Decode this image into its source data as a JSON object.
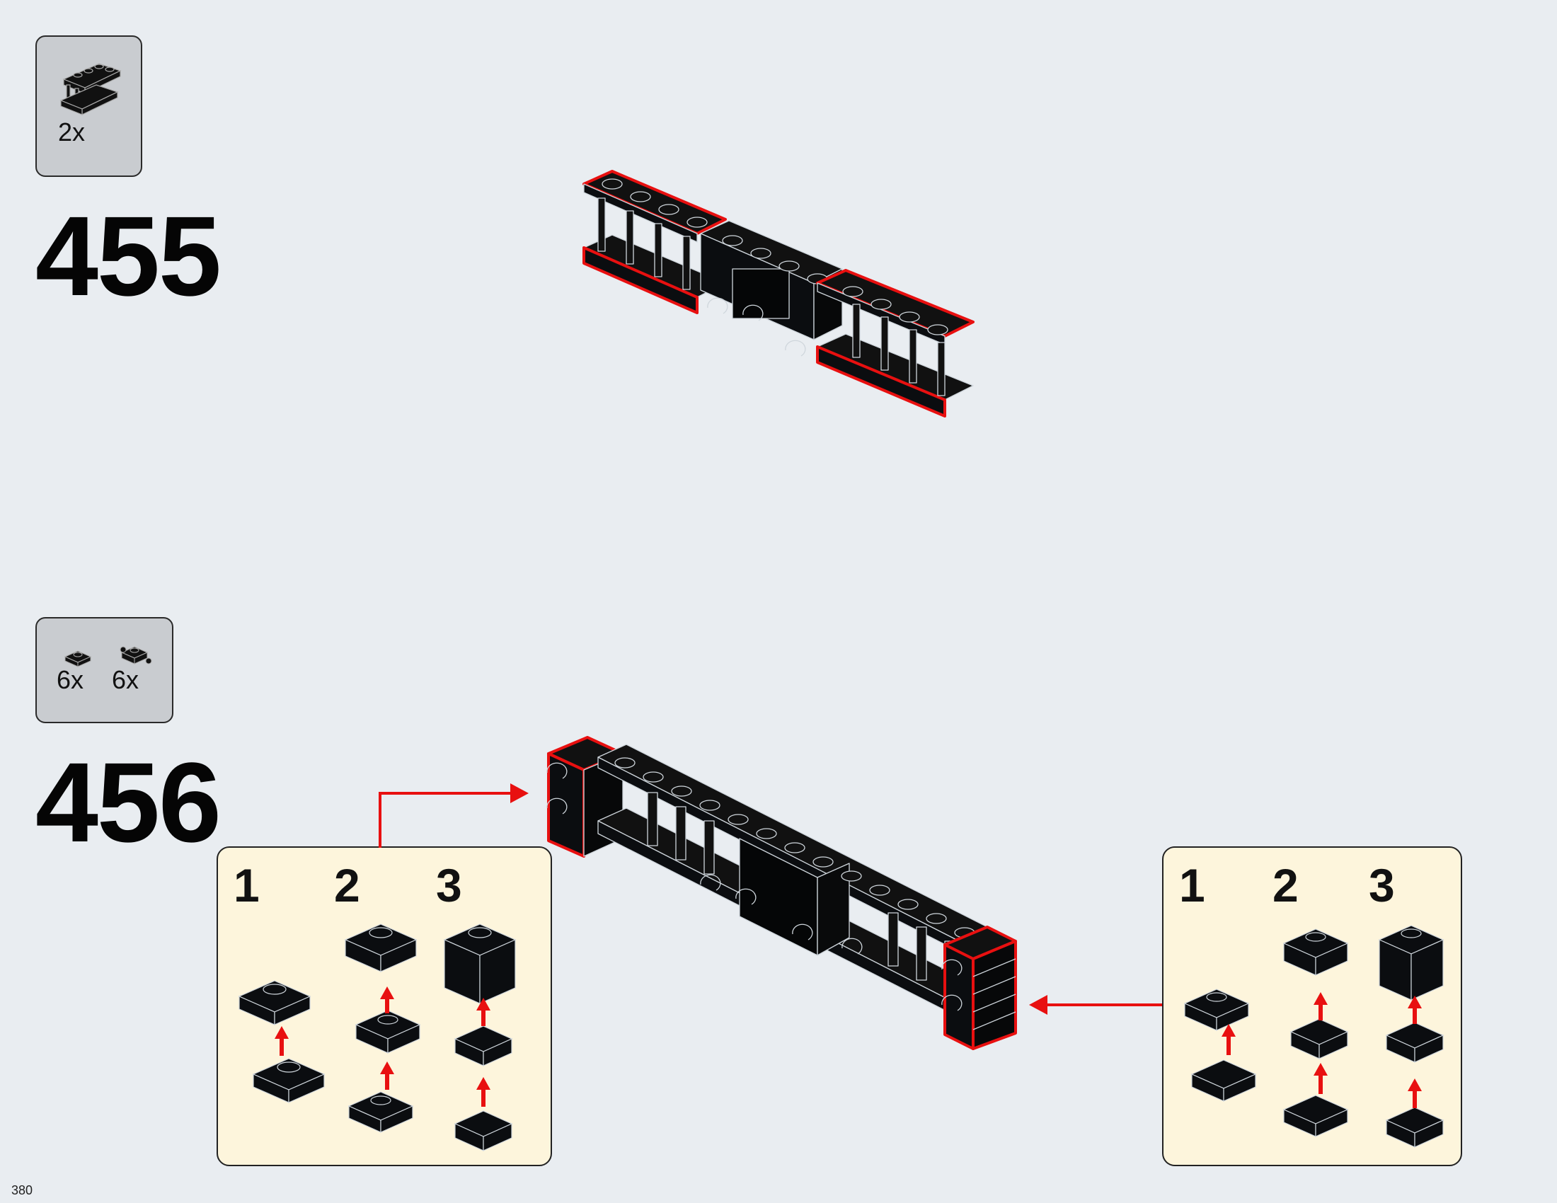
{
  "steps": [
    {
      "number": "455",
      "parts": [
        {
          "icon": "fence-1x4x2-icon",
          "count": "2x",
          "color": "#000000"
        }
      ]
    },
    {
      "number": "456",
      "parts": [
        {
          "icon": "plate-1x1-clip-icon",
          "count": "6x",
          "color": "#000000"
        },
        {
          "icon": "plate-1x1-double-clip-icon",
          "count": "6x",
          "color": "#000000"
        }
      ],
      "callouts": [
        {
          "substeps": [
            "1",
            "2",
            "3"
          ]
        },
        {
          "substeps": [
            "1",
            "2",
            "3"
          ]
        }
      ]
    }
  ],
  "page_number": "380",
  "colors": {
    "background": "#e9edf1",
    "parts_box": "#c9ccd0",
    "callout_bg": "#fdf5dc",
    "highlight": "#e81010",
    "brick": "#0b0d10"
  }
}
